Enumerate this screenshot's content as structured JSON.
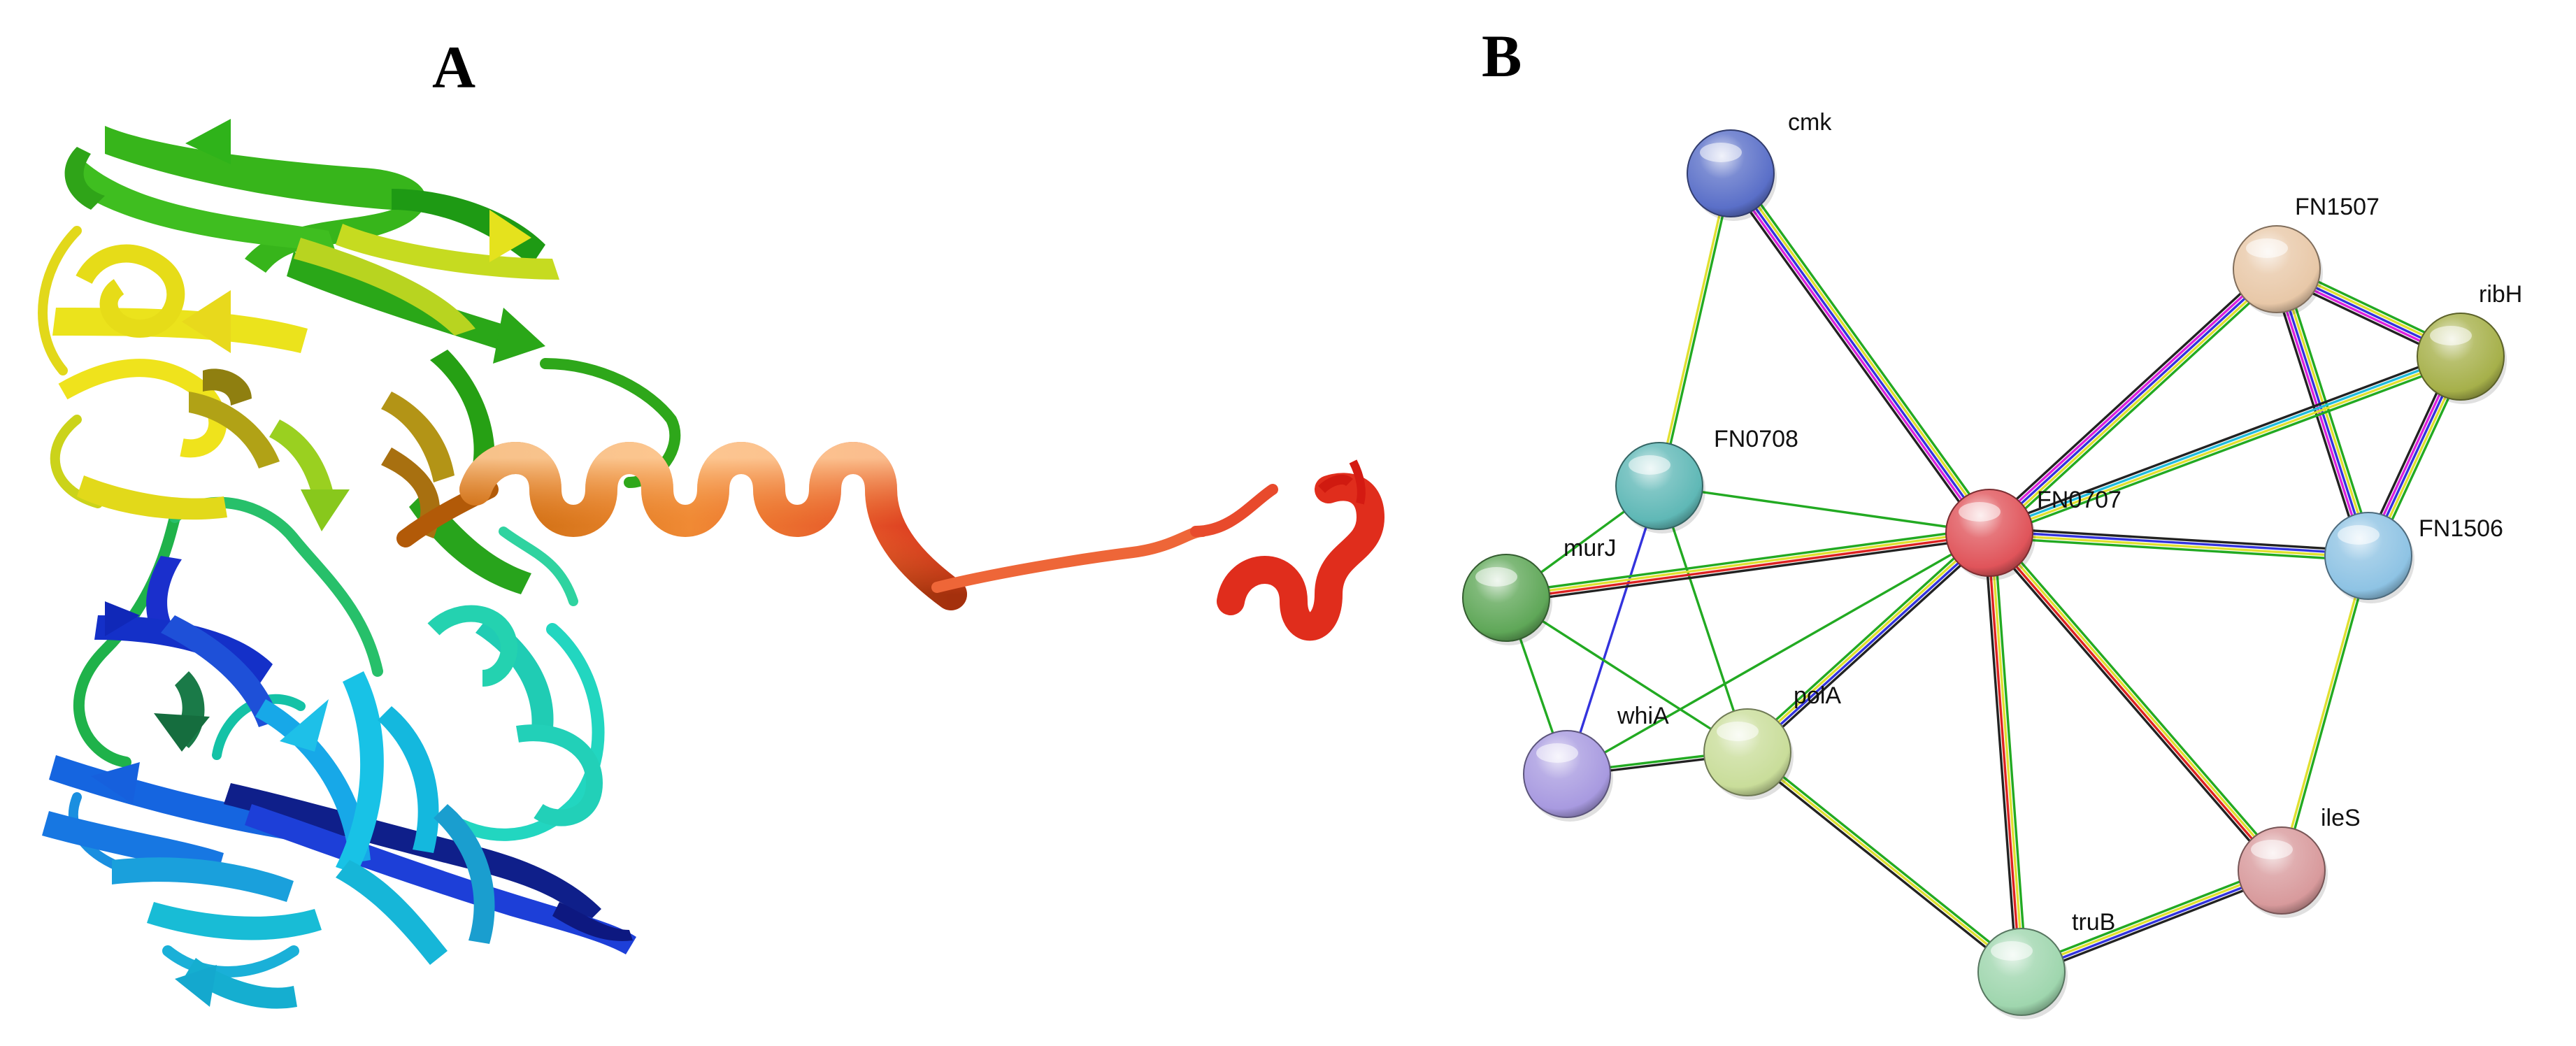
{
  "panel_a": {
    "letter": "A"
  },
  "panel_b": {
    "letter": "B",
    "nodes": [
      {
        "id": "cmk",
        "label": "cmk",
        "color": "#5a6fc8"
      },
      {
        "id": "FN1507",
        "label": "FN1507",
        "color": "#e8c8a8"
      },
      {
        "id": "ribH",
        "label": "ribH",
        "color": "#a6b04a"
      },
      {
        "id": "FN0708",
        "label": "FN0708",
        "color": "#5fb8b6"
      },
      {
        "id": "FN0707",
        "label": "FN0707",
        "color": "#e0545a"
      },
      {
        "id": "FN1506",
        "label": "FN1506",
        "color": "#8ec3e4"
      },
      {
        "id": "murJ",
        "label": "murJ",
        "color": "#5fa758"
      },
      {
        "id": "whiA",
        "label": "whiA",
        "color": "#a89ae0"
      },
      {
        "id": "polA",
        "label": "polA",
        "color": "#c9dd9a"
      },
      {
        "id": "ileS",
        "label": "ileS",
        "color": "#d89a9c"
      },
      {
        "id": "truB",
        "label": "truB",
        "color": "#9fd6ae"
      }
    ],
    "edges": [
      {
        "from": "cmk",
        "to": "FN0707",
        "colors": [
          "#22aa22",
          "#e0e030",
          "#3333dd",
          "#dd22dd",
          "#222222"
        ]
      },
      {
        "from": "cmk",
        "to": "FN0708",
        "colors": [
          "#22aa22",
          "#e0e030"
        ]
      },
      {
        "from": "FN1507",
        "to": "FN0707",
        "colors": [
          "#22aa22",
          "#e0e030",
          "#3333dd",
          "#dd22dd",
          "#222222"
        ]
      },
      {
        "from": "FN1507",
        "to": "ribH",
        "colors": [
          "#22aa22",
          "#e0e030",
          "#3333dd",
          "#dd22dd",
          "#222222"
        ]
      },
      {
        "from": "FN1507",
        "to": "FN1506",
        "colors": [
          "#22aa22",
          "#e0e030",
          "#3333dd",
          "#dd22dd",
          "#222222"
        ]
      },
      {
        "from": "ribH",
        "to": "FN1506",
        "colors": [
          "#22aa22",
          "#e0e030",
          "#3333dd",
          "#dd22dd",
          "#222222"
        ]
      },
      {
        "from": "ribH",
        "to": "FN0707",
        "colors": [
          "#22aa22",
          "#e0e030",
          "#22bbdd",
          "#222222"
        ]
      },
      {
        "from": "FN1506",
        "to": "FN0707",
        "colors": [
          "#22aa22",
          "#e0e030",
          "#3333dd",
          "#222222"
        ]
      },
      {
        "from": "FN1506",
        "to": "ileS",
        "colors": [
          "#22aa22",
          "#e0e030"
        ]
      },
      {
        "from": "FN0708",
        "to": "FN0707",
        "colors": [
          "#22aa22"
        ]
      },
      {
        "from": "FN0708",
        "to": "murJ",
        "colors": [
          "#22aa22"
        ]
      },
      {
        "from": "FN0708",
        "to": "whiA",
        "colors": [
          "#3333dd"
        ]
      },
      {
        "from": "FN0708",
        "to": "polA",
        "colors": [
          "#22aa22"
        ]
      },
      {
        "from": "murJ",
        "to": "FN0707",
        "colors": [
          "#22aa22",
          "#e0e030",
          "#dd2222",
          "#222222"
        ]
      },
      {
        "from": "murJ",
        "to": "whiA",
        "colors": [
          "#22aa22"
        ]
      },
      {
        "from": "murJ",
        "to": "polA",
        "colors": [
          "#22aa22"
        ]
      },
      {
        "from": "whiA",
        "to": "polA",
        "colors": [
          "#22aa22",
          "#222222"
        ]
      },
      {
        "from": "whiA",
        "to": "FN0707",
        "colors": [
          "#22aa22"
        ]
      },
      {
        "from": "polA",
        "to": "FN0707",
        "colors": [
          "#22aa22",
          "#e0e030",
          "#3333dd",
          "#222222"
        ]
      },
      {
        "from": "polA",
        "to": "truB",
        "colors": [
          "#22aa22",
          "#e0e030",
          "#222222"
        ]
      },
      {
        "from": "FN0707",
        "to": "truB",
        "colors": [
          "#22aa22",
          "#e0e030",
          "#dd2222",
          "#222222"
        ]
      },
      {
        "from": "FN0707",
        "to": "ileS",
        "colors": [
          "#22aa22",
          "#e0e030",
          "#dd2222",
          "#222222"
        ]
      },
      {
        "from": "truB",
        "to": "ileS",
        "colors": [
          "#22aa22",
          "#e0e030",
          "#3333dd",
          "#222222"
        ]
      }
    ]
  }
}
